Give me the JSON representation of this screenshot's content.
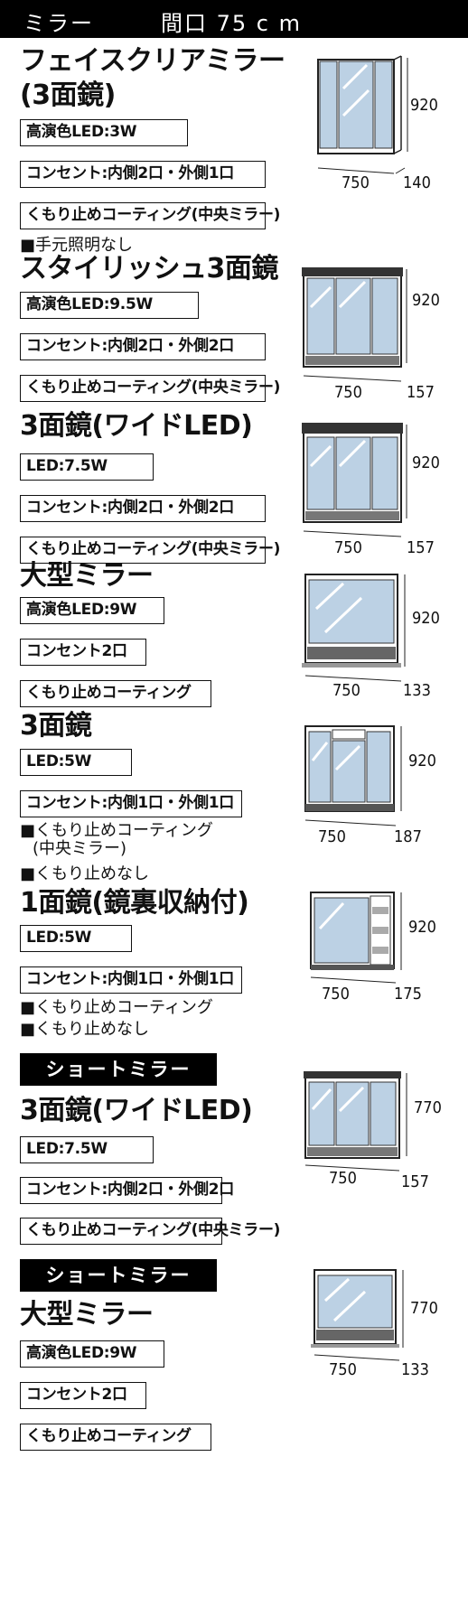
{
  "header": {
    "left": "ミラー",
    "right": "間口 75 c m"
  },
  "sections": [
    {
      "title1": "フェイスクリアミラー",
      "title2": "(3面鏡)",
      "boxes": [
        "高演色LED:3W",
        "コンセント:内側2口・外側1口",
        "くもり止めコーティング(中央ミラー)"
      ],
      "notes": [
        "■手元照明なし"
      ],
      "width": "750",
      "height": "920",
      "depth": "140"
    },
    {
      "title1": "スタイリッシュ3面鏡",
      "boxes": [
        "高演色LED:9.5W",
        "コンセント:内側2口・外側2口",
        "くもり止めコーティング(中央ミラー)"
      ],
      "width": "750",
      "height": "920",
      "depth": "157"
    },
    {
      "title1": "3面鏡(ワイドLED)",
      "boxes": [
        "LED:7.5W",
        "コンセント:内側2口・外側2口",
        "くもり止めコーティング(中央ミラー)"
      ],
      "width": "750",
      "height": "920",
      "depth": "157"
    },
    {
      "title1": "大型ミラー",
      "boxes": [
        "高演色LED:9W",
        "コンセント2口",
        "くもり止めコーティング"
      ],
      "width": "750",
      "height": "920",
      "depth": "133"
    },
    {
      "title1": "3面鏡",
      "boxes": [
        "LED:5W",
        "コンセント:内側1口・外側1口"
      ],
      "notes": [
        "■くもり止めコーティング",
        "(中央ミラー)",
        "■くもり止めなし"
      ],
      "width": "750",
      "height": "920",
      "depth": "187"
    },
    {
      "title1": "1面鏡(鏡裏収納付)",
      "boxes": [
        "LED:5W",
        "コンセント:内側1口・外側1口"
      ],
      "notes": [
        "■くもり止めコーティング",
        "■くもり止めなし"
      ],
      "width": "750",
      "height": "920",
      "depth": "175"
    },
    {
      "tag": "ショートミラー",
      "title1": "3面鏡(ワイドLED)",
      "boxes": [
        "LED:7.5W",
        "コンセント:内側2口・外側2口",
        "くもり止めコーティング(中央ミラー)"
      ],
      "width": "750",
      "height": "770",
      "depth": "157"
    },
    {
      "tag": "ショートミラー",
      "title1": "大型ミラー",
      "boxes": [
        "高演色LED:9W",
        "コンセント2口",
        "くもり止めコーティング"
      ],
      "width": "750",
      "height": "770",
      "depth": "133"
    }
  ]
}
